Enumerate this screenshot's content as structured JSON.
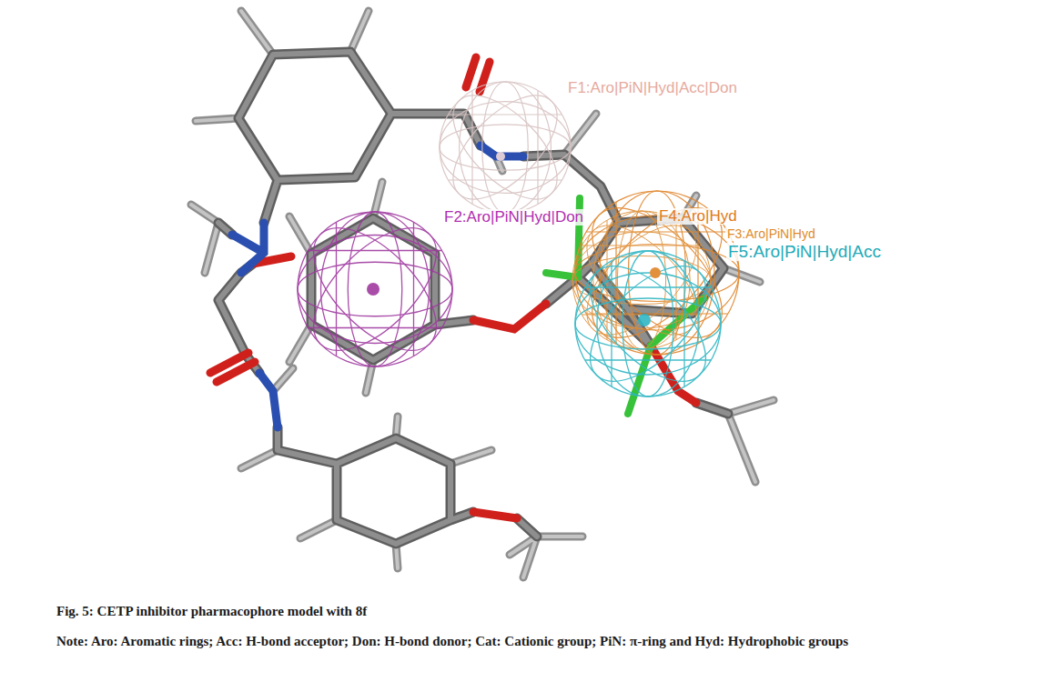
{
  "diagram": {
    "caption": "Fig. 5: CETP inhibitor pharmacophore model with 8f",
    "labels": [
      "F1:Aro|PiN|Hyd|Acc|Don",
      "F2:Aro|PiN|Hyd|Don",
      "F4:Aro|Hyd",
      "F3:Aro|PiN|Hyd",
      "F5:Aro|PiN|Hyd|Acc",
      "Note: Aro: Aromatic rings; Acc: H-bond acceptor; Don: H-bond donor; Cat: Cationic group; PiN: π-ring and Hyd: Hydrophobic groups"
    ]
  }
}
